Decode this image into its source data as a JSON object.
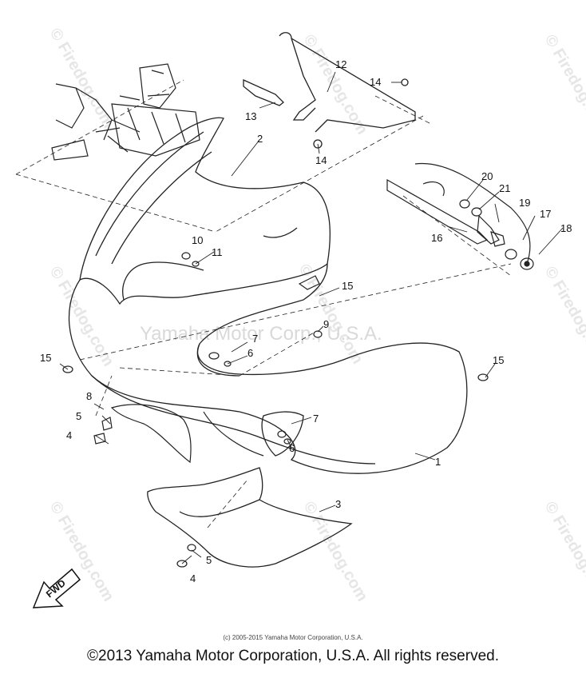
{
  "watermark_text": "© Firedog.com",
  "center_watermark": "Yamaha Motor Corp., U.S.A.",
  "fwd_label": "FWD",
  "small_copyright": "(c) 2005-2015 Yamaha Motor Corporation, U.S.A.",
  "main_copyright": "©2013 Yamaha Motor Corporation, U.S.A. All rights reserved.",
  "parts": [
    {
      "id": "1",
      "label": "1"
    },
    {
      "id": "2",
      "label": "2"
    },
    {
      "id": "3",
      "label": "3"
    },
    {
      "id": "4a",
      "label": "4"
    },
    {
      "id": "4b",
      "label": "4"
    },
    {
      "id": "5a",
      "label": "5"
    },
    {
      "id": "5b",
      "label": "5"
    },
    {
      "id": "6a",
      "label": "6"
    },
    {
      "id": "6b",
      "label": "6"
    },
    {
      "id": "7a",
      "label": "7"
    },
    {
      "id": "7b",
      "label": "7"
    },
    {
      "id": "8",
      "label": "8"
    },
    {
      "id": "9",
      "label": "9"
    },
    {
      "id": "10",
      "label": "10"
    },
    {
      "id": "11",
      "label": "11"
    },
    {
      "id": "12",
      "label": "12"
    },
    {
      "id": "13",
      "label": "13"
    },
    {
      "id": "14a",
      "label": "14"
    },
    {
      "id": "14b",
      "label": "14"
    },
    {
      "id": "15a",
      "label": "15"
    },
    {
      "id": "15b",
      "label": "15"
    },
    {
      "id": "15c",
      "label": "15"
    },
    {
      "id": "16",
      "label": "16"
    },
    {
      "id": "17",
      "label": "17"
    },
    {
      "id": "18",
      "label": "18"
    },
    {
      "id": "19",
      "label": "19"
    },
    {
      "id": "20",
      "label": "20"
    },
    {
      "id": "21",
      "label": "21"
    }
  ]
}
